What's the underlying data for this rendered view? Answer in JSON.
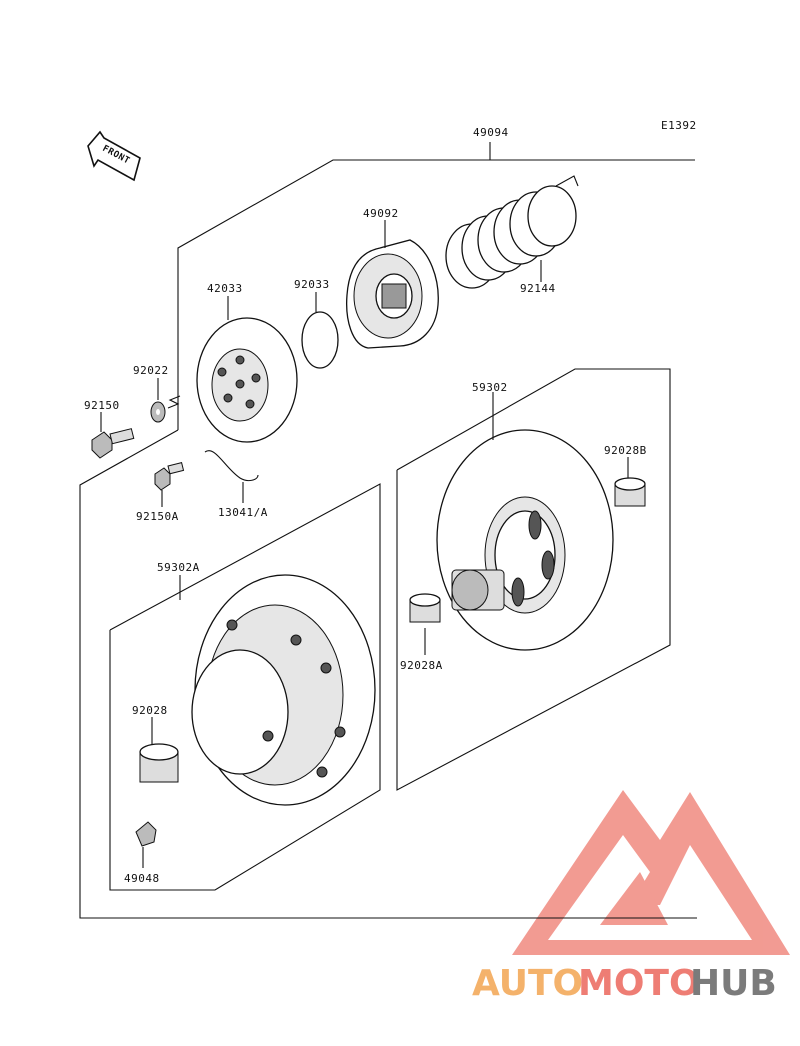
{
  "diagram": {
    "code": "E1392",
    "front_label": "FRONT",
    "part_labels": {
      "p49094": "49094",
      "p49092": "49092",
      "p92144": "92144",
      "p42033": "42033",
      "p92033": "92033",
      "p92022": "92022",
      "p92150": "92150",
      "p92150A": "92150A",
      "p13041A": "13041/A",
      "p59302": "59302",
      "p92028B": "92028B",
      "p59302A": "59302A",
      "p92028A": "92028A",
      "p92028": "92028",
      "p49048": "49048"
    }
  },
  "watermark": {
    "text_part1": "AUTO",
    "text_part2": "MOTO",
    "text_part3": "HUB",
    "color_orange": "#f4b26b",
    "color_red": "#ee7d74",
    "color_gray": "#7b7b7b",
    "logo_color": "#f08a80"
  }
}
